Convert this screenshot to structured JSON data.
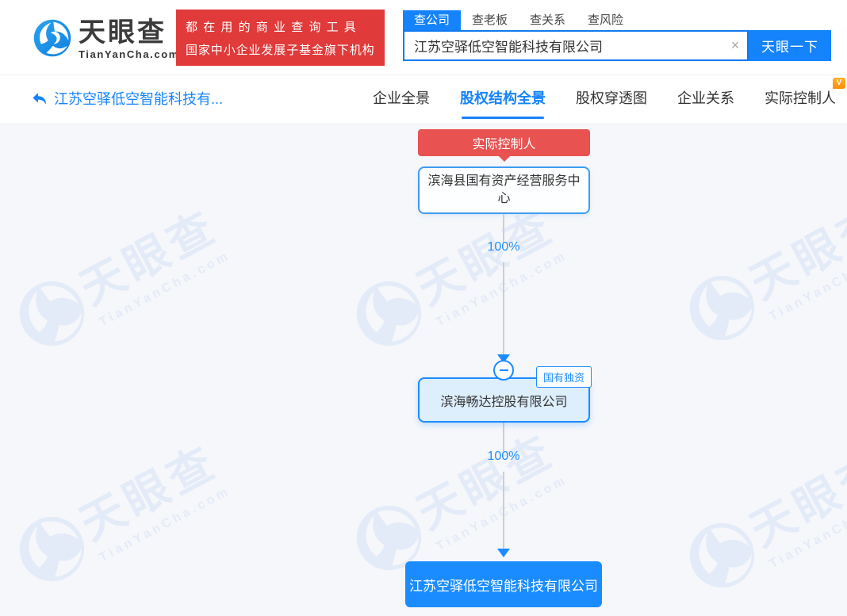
{
  "header": {
    "logo": {
      "title": "天眼查",
      "subtitle": "TianYanCha.com"
    },
    "slogan_line1": "都在用的商业查询工具",
    "slogan_line2": "国家中小企业发展子基金旗下机构",
    "search_tabs": {
      "company": "查公司",
      "boss": "查老板",
      "relation": "查关系",
      "risk": "查风险"
    },
    "search_value": "江苏空驿低空智能科技有限公司",
    "clear_icon": "×",
    "search_button": "天眼一下"
  },
  "subnav": {
    "company": "江苏空驿低空智能科技有...",
    "tab_overview": "企业全景",
    "tab_equity_structure": "股权结构全景",
    "tab_penetration": "股权穿透图",
    "tab_relations": "企业关系",
    "tab_actual_controller": "实际控制人",
    "vip_badge": "V"
  },
  "diagram": {
    "controller_label": "实际控制人",
    "node_top": "滨海县国有资产经营服务中心",
    "edge1_percent": "100%",
    "node_mid": "滨海畅达控股有限公司",
    "node_mid_tag": "国有独资",
    "edge2_percent": "100%",
    "node_bottom": "江苏空驿低空智能科技有限公司",
    "watermark_title": "天眼查",
    "watermark_subtitle": "TianYanCha.com"
  },
  "colors": {
    "brand_blue": "#1583fb",
    "diagram_blue": "#1a8cff",
    "banner_red": "#e03a3a",
    "node_red": "#e85250"
  }
}
